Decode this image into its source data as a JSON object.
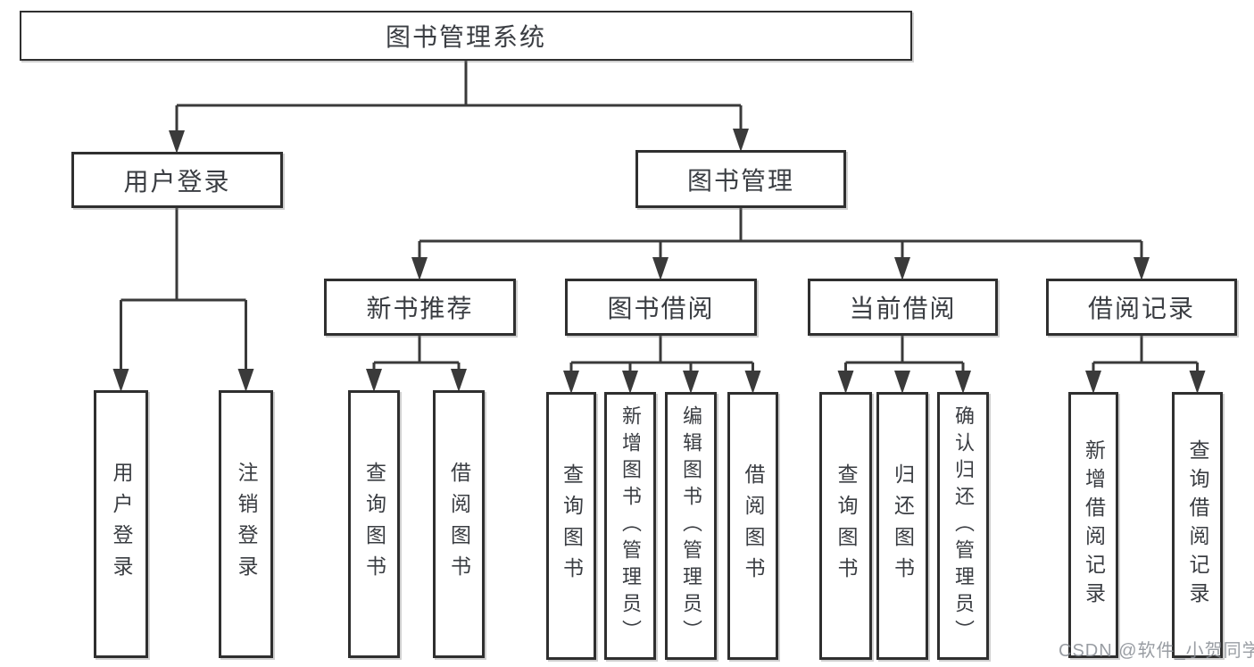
{
  "diagram_title": "图书管理系统",
  "colors": {
    "line": "#3a3a3a",
    "box_border": "#2f2f2f",
    "text": "#3a3d42",
    "watermark": "#878c93",
    "background": "#ffffff"
  },
  "watermark": {
    "text": "CSDN @软件_小贺同学"
  },
  "tree": {
    "label": "图书管理系统",
    "children": [
      {
        "label": "用户登录",
        "children": [
          {
            "label": "用户登录"
          },
          {
            "label": "注销登录"
          }
        ]
      },
      {
        "label": "图书管理",
        "children": [
          {
            "label": "新书推荐",
            "children": [
              {
                "label": "查询图书"
              },
              {
                "label": "借阅图书"
              }
            ]
          },
          {
            "label": "图书借阅",
            "children": [
              {
                "label": "查询图书"
              },
              {
                "label": "新增图书（管理员）"
              },
              {
                "label": "编辑图书（管理员）"
              },
              {
                "label": "借阅图书"
              }
            ]
          },
          {
            "label": "当前借阅",
            "children": [
              {
                "label": "查询图书"
              },
              {
                "label": "归还图书"
              },
              {
                "label": "确认归还（管理员）"
              }
            ]
          },
          {
            "label": "借阅记录",
            "children": [
              {
                "label": "新增借阅记录"
              },
              {
                "label": "查询借阅记录"
              }
            ]
          }
        ]
      }
    ]
  }
}
